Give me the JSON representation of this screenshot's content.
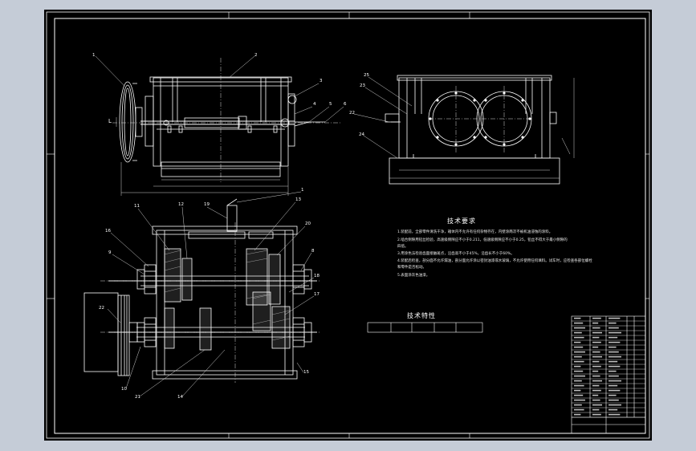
{
  "colors": {
    "background": "#c5ccd7",
    "sheet": "#000000",
    "line": "#ffffff",
    "center_line": "#d9d9d9",
    "leader": "#cfcfcf"
  },
  "callouts_front": [
    "1",
    "2",
    "3",
    "4",
    "5",
    "6"
  ],
  "callouts_side": [
    "25",
    "23",
    "22",
    "24"
  ],
  "callouts_plan": [
    "11",
    "12",
    "19",
    "13",
    "20",
    "16",
    "9",
    "8",
    "18",
    "17",
    "22",
    "10",
    "21",
    "14",
    "15",
    "1"
  ],
  "dim_label_l": "L",
  "tech_requirements": {
    "title": "技术要求",
    "lines": [
      "1.装配前，全部零件清洗干净，箱体内不允许有任何杂物存在，内壁涂两次不被机油浸蚀的涂料。",
      "2.啮合侧隙用铅丝检验，高速级侧隙应不小于0.211，低速级侧隙应不小于0.25，铅丝不得大于最小侧隙的",
      "  四倍。",
      "3.用涂色法检验齿面接触斑点，沿齿高不小于45%，沿齿长不小于60%。",
      "4.装配后检查，剖分面不允许漏油，剖分面允许涂以密封油漆或水玻璃，不允许使用任何填料。试车时，应检查各部位螺栓",
      "  和零件是否松动。",
      "5.表面涂灰色油漆。"
    ]
  },
  "tech_specs": {
    "title": "技术特性"
  }
}
